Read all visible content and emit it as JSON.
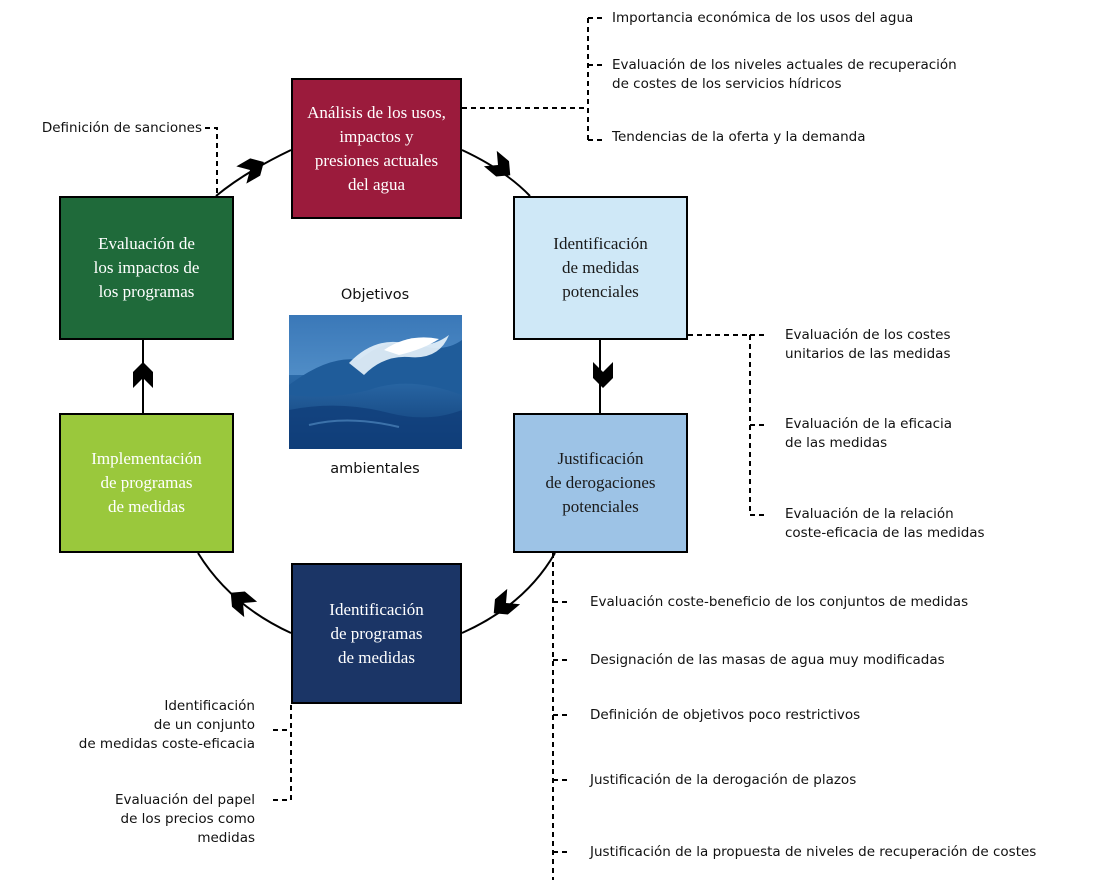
{
  "diagram": {
    "boxes": {
      "analisis": {
        "label": "Análisis de los usos,\nimpactos y\npresiones actuales\ndel agua",
        "color": "#9b1b3c"
      },
      "identificacion_medidas": {
        "label": "Identificación\nde medidas\npotenciales",
        "color": "#cfe8f7"
      },
      "justificacion": {
        "label": "Justificación\nde derogaciones\npotenciales",
        "color": "#9dc3e6"
      },
      "identificacion_programas": {
        "label": "Identificación\nde programas\nde medidas",
        "color": "#1b3566"
      },
      "implementacion": {
        "label": "Implementación\nde programas\nde medidas",
        "color": "#9ac83c"
      },
      "evaluacion_impactos": {
        "label": "Evaluación de\nlos impactos de\nlos programas",
        "color": "#1f6a3a"
      }
    },
    "center": {
      "top_label": "Objetivos",
      "bottom_label": "ambientales",
      "image_icon": "ocean-wave-photo"
    },
    "notes": {
      "top_right": [
        "Importancia económica de los usos del agua",
        "Evaluación de los niveles actuales de recuperación\nde costes de los servicios hídricos",
        "Tendencias de la oferta y la demanda"
      ],
      "top_left": "Definición de sanciones",
      "mid_right": [
        "Evaluación de los costes\nunitarios de las medidas",
        "Evaluación de la eficacia\nde las medidas",
        "Evaluación de la relación\ncoste-eficacia de las medidas"
      ],
      "bottom_right": [
        "Evaluación coste-beneficio de los conjuntos de medidas",
        "Designación de las masas de agua muy modificadas",
        "Definición de objetivos poco restrictivos",
        "Justificación de la derogación de plazos",
        "Justificación de la propuesta de niveles de recuperación de costes"
      ],
      "bottom_left": [
        "Identificación\nde un conjunto\nde medidas coste-eficacia",
        "Evaluación del papel\nde los precios como medidas"
      ]
    },
    "arrow_icon": "arrowhead-icon",
    "connector_style": "dashed"
  }
}
